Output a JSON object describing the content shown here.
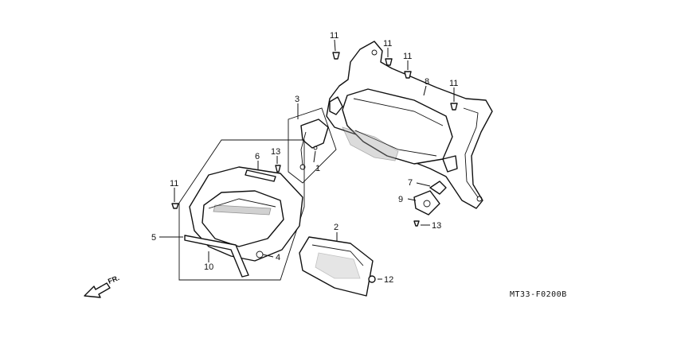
{
  "diagram": {
    "code": "MT33-F0200B",
    "direction": "FR.",
    "callouts": [
      {
        "id": "c1",
        "text": "1"
      },
      {
        "id": "c2",
        "text": "2"
      },
      {
        "id": "c3",
        "text": "3"
      },
      {
        "id": "c4",
        "text": "4"
      },
      {
        "id": "c5",
        "text": "5"
      },
      {
        "id": "c6",
        "text": "6"
      },
      {
        "id": "c7",
        "text": "7"
      },
      {
        "id": "c8",
        "text": "8"
      },
      {
        "id": "c9",
        "text": "9"
      },
      {
        "id": "c10",
        "text": "10"
      },
      {
        "id": "c11a",
        "text": "11"
      },
      {
        "id": "c11b",
        "text": "11"
      },
      {
        "id": "c11c",
        "text": "11"
      },
      {
        "id": "c11d",
        "text": "11"
      },
      {
        "id": "c11e",
        "text": "11"
      },
      {
        "id": "c12",
        "text": "12"
      },
      {
        "id": "c13a",
        "text": "13"
      },
      {
        "id": "c13b",
        "text": "13"
      }
    ]
  }
}
